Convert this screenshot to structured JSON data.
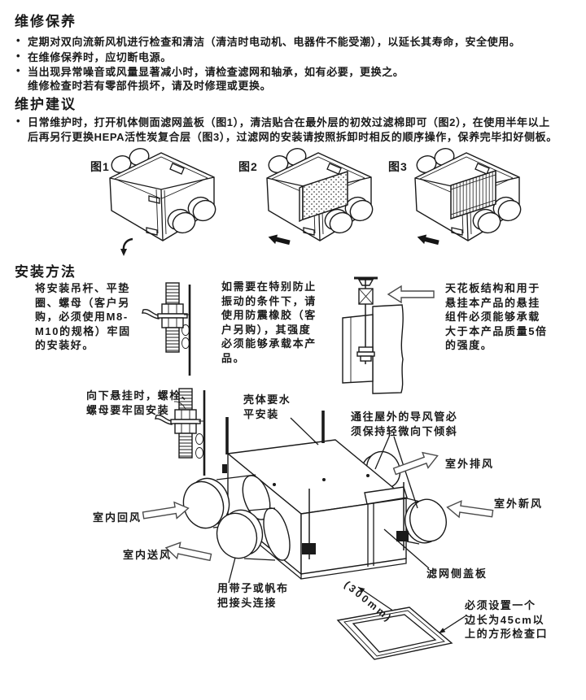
{
  "glyphs": {
    "bullet": "•"
  },
  "colors": {
    "ink": "#1a1a1a",
    "paper": "#ffffff"
  },
  "maintenance": {
    "title": "维修保养",
    "bullets": [
      "定期对双向流新风机进行检查和清洁（清洁时电动机、电器件不能受潮），以延长其寿命，安全使用。",
      "在维修保养时，应切断电源。",
      "当出现异常噪音或风量显著减小时，请检查滤网和轴承，如有必要，更换之。"
    ],
    "extra": "维修检查时若有零部件损坏，请及时修理或更换。"
  },
  "advice": {
    "title": "维护建议",
    "lines": [
      "日常维护时，打开机体侧面滤网盖板（图1），清洁贴合在最外层的初效过滤棉即可（图2），在使用半年以上",
      "后再另行更换HEPA活性炭复合层（图3），过滤网的安装请按照拆卸时相反的顺序操作，保养完毕扣好侧板。"
    ]
  },
  "figures": {
    "fig1": "图1",
    "fig2": "图2",
    "fig3": "图3"
  },
  "install": {
    "title": "安装方法",
    "note_rod_lines": [
      "将安装吊杆、平垫",
      "圈、螺母（客户另",
      "购，必须使用M8-",
      "M10的规格）牢固",
      "的安装好。"
    ],
    "note_rubber_lines": [
      "如需要在特别防止",
      "振动的条件下，请",
      "使用防震橡胶（客",
      "户另购），其强度",
      "必须能够承载本产",
      "品。"
    ],
    "note_ceiling_lines": [
      "天花板结构和用于",
      "悬挂本产品的悬挂",
      "组件必须能够承载",
      "大于本产品质量5倍",
      "的强度。"
    ],
    "note_hang_down_lines": [
      "向下悬挂时，螺栓、",
      "螺母要牢固安装"
    ],
    "note_level_lines": [
      "壳体要水",
      "平安装"
    ],
    "note_duct_slope_lines": [
      "通往屋外的导风管必",
      "须保持轻微向下倾斜"
    ],
    "note_connect_lines": [
      "用带子或帆布",
      "把接头连接"
    ],
    "note_inspection_lines": [
      "必须设置一个",
      "边长为45cm以",
      "上的方形检查口"
    ],
    "labels": {
      "outdoor_exhaust": "室外排风",
      "outdoor_fresh": "室外新风",
      "indoor_return": "室内回风",
      "indoor_supply": "室内送风",
      "filter_cover": "滤网侧盖板"
    },
    "dim_300": "(300mm)"
  }
}
